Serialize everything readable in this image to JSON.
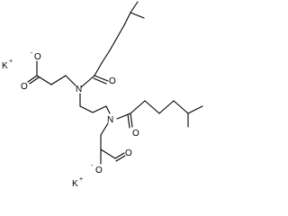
{
  "molecule": {
    "atoms": {
      "k1": "K",
      "k1_charge": "+",
      "o_minus_top": "O",
      "o_minus_top_charge": "-",
      "o_top": "O",
      "n_top": "N",
      "o_amide_top": "O",
      "n_bottom": "N",
      "o_amide_bottom": "O",
      "o_minus_bottom": "O",
      "o_minus_bottom_charge": "-",
      "o_bottom": "O",
      "k2": "K",
      "k2_charge": "+"
    }
  }
}
